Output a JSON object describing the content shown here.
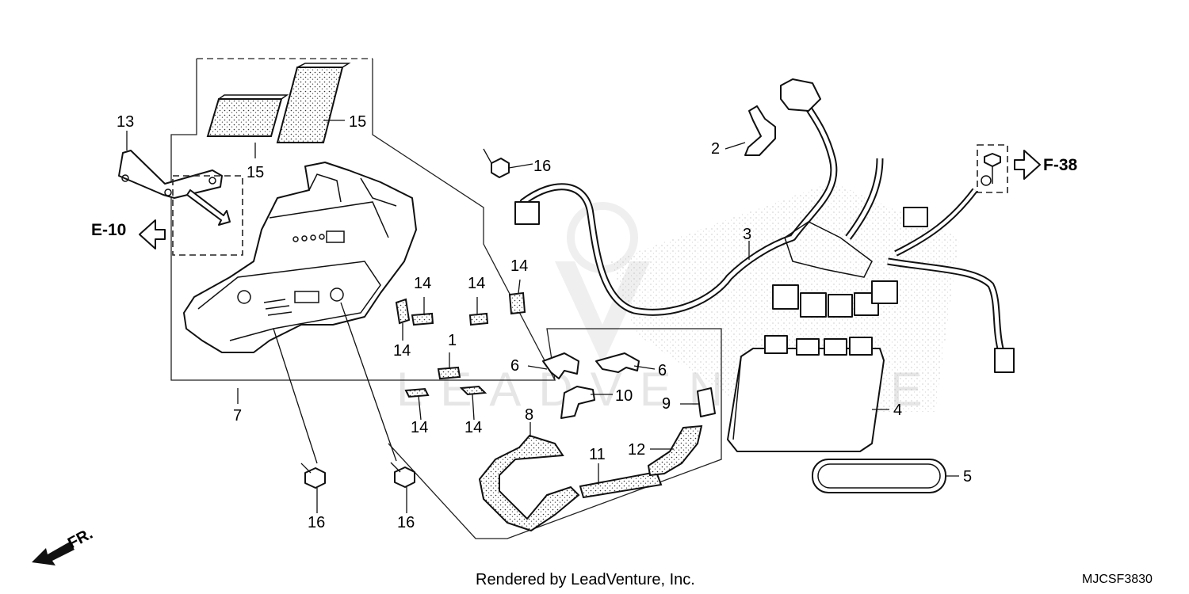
{
  "diagram": {
    "part_callouts": [
      {
        "id": "c1",
        "label": "1"
      },
      {
        "id": "c2",
        "label": "2"
      },
      {
        "id": "c3",
        "label": "3"
      },
      {
        "id": "c4",
        "label": "4"
      },
      {
        "id": "c5",
        "label": "5"
      },
      {
        "id": "c6a",
        "label": "6"
      },
      {
        "id": "c6b",
        "label": "6"
      },
      {
        "id": "c7",
        "label": "7"
      },
      {
        "id": "c8",
        "label": "8"
      },
      {
        "id": "c9",
        "label": "9"
      },
      {
        "id": "c10",
        "label": "10"
      },
      {
        "id": "c11",
        "label": "11"
      },
      {
        "id": "c12",
        "label": "12"
      },
      {
        "id": "c13",
        "label": "13"
      },
      {
        "id": "c14a",
        "label": "14"
      },
      {
        "id": "c14b",
        "label": "14"
      },
      {
        "id": "c14c",
        "label": "14"
      },
      {
        "id": "c14d",
        "label": "14"
      },
      {
        "id": "c14e",
        "label": "14"
      },
      {
        "id": "c14f",
        "label": "14"
      },
      {
        "id": "c15a",
        "label": "15"
      },
      {
        "id": "c15b",
        "label": "15"
      },
      {
        "id": "c16a",
        "label": "16"
      },
      {
        "id": "c16b",
        "label": "16"
      },
      {
        "id": "c16c",
        "label": "16"
      }
    ],
    "references": {
      "left": "E-10",
      "right": "F-38"
    },
    "direction_label": "FR.",
    "watermark": "LEADVENTURE",
    "footer_credit": "Rendered by LeadVenture, Inc.",
    "diagram_code": "MJCSF3830"
  }
}
